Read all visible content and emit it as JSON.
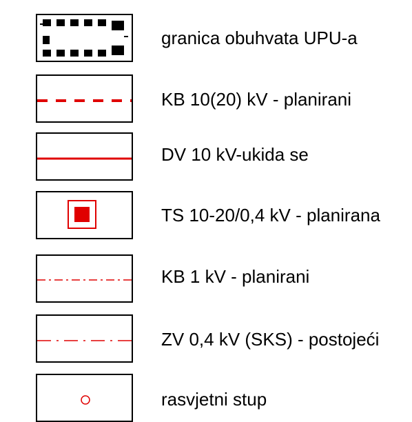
{
  "legend": {
    "items": [
      {
        "symbol": "boundary-hatched",
        "label": "granica obuhvata UPU-a"
      },
      {
        "symbol": "red-dashed-line",
        "label": "KB 10(20) kV - planirani"
      },
      {
        "symbol": "red-solid-line",
        "label": "DV 10 kV-ukida se"
      },
      {
        "symbol": "red-square-station",
        "label": "TS 10-20/0,4 kV - planirana"
      },
      {
        "symbol": "red-dash-dot-line",
        "label": "KB 1 kV - planirani"
      },
      {
        "symbol": "red-long-dash-dot-line",
        "label": "ZV 0,4 kV (SKS) - postojeći"
      },
      {
        "symbol": "red-circle",
        "label": "rasvjetni stup"
      }
    ]
  },
  "colors": {
    "accent": "#e00000",
    "text": "#000000"
  }
}
